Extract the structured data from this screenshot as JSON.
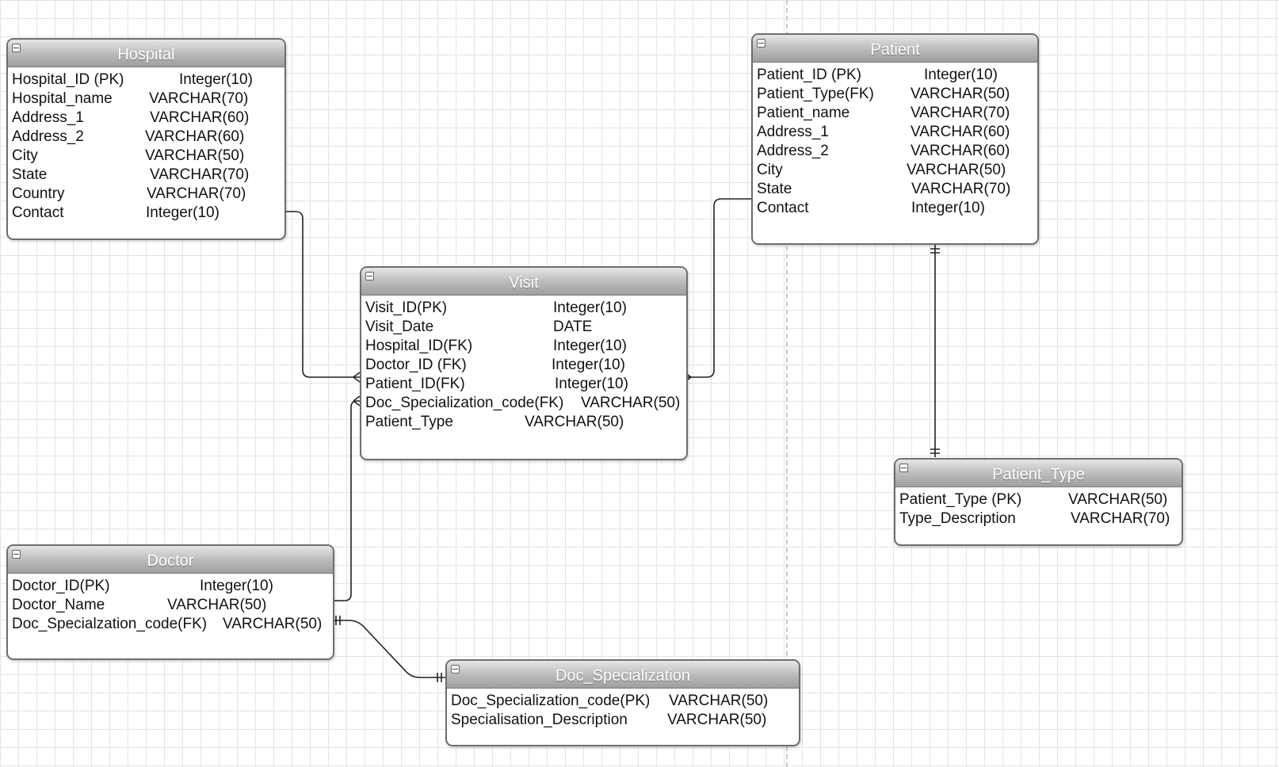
{
  "entities": [
    {
      "id": "hospital",
      "title": "Hospital",
      "fields": [
        {
          "name": "Hospital_ID (PK)",
          "type": "Integer(10)"
        },
        {
          "name": "Hospital_name",
          "type": "VARCHAR(70)"
        },
        {
          "name": "Address_1",
          "type": "VARCHAR(60)"
        },
        {
          "name": "Address_2",
          "type": "VARCHAR(60)"
        },
        {
          "name": "City",
          "type": "VARCHAR(50)"
        },
        {
          "name": "State",
          "type": "VARCHAR(70)"
        },
        {
          "name": "Country",
          "type": "VARCHAR(70)"
        },
        {
          "name": "Contact",
          "type": "Integer(10)"
        }
      ]
    },
    {
      "id": "patient",
      "title": "Patient",
      "fields": [
        {
          "name": "Patient_ID (PK)",
          "type": "Integer(10)"
        },
        {
          "name": "Patient_Type(FK)",
          "type": "VARCHAR(50)"
        },
        {
          "name": "Patient_name",
          "type": "VARCHAR(70)"
        },
        {
          "name": "Address_1",
          "type": "VARCHAR(60)"
        },
        {
          "name": "Address_2",
          "type": "VARCHAR(60)"
        },
        {
          "name": "City",
          "type": "VARCHAR(50)"
        },
        {
          "name": "State",
          "type": "VARCHAR(70)"
        },
        {
          "name": "Contact",
          "type": "Integer(10)"
        }
      ]
    },
    {
      "id": "visit",
      "title": "Visit",
      "fields": [
        {
          "name": "Visit_ID(PK)",
          "type": "Integer(10)"
        },
        {
          "name": "Visit_Date",
          "type": "DATE"
        },
        {
          "name": "Hospital_ID(FK)",
          "type": "Integer(10)"
        },
        {
          "name": "Doctor_ID (FK)",
          "type": "Integer(10)"
        },
        {
          "name": "Patient_ID(FK)",
          "type": "Integer(10)"
        },
        {
          "name": "Doc_Specialization_code(FK)",
          "type": "VARCHAR(50)"
        },
        {
          "name": "Patient_Type",
          "type": "VARCHAR(50)"
        }
      ]
    },
    {
      "id": "patient-type",
      "title": "Patient_Type",
      "fields": [
        {
          "name": "Patient_Type (PK)",
          "type": "VARCHAR(50)"
        },
        {
          "name": "Type_Description",
          "type": "VARCHAR(70)"
        }
      ]
    },
    {
      "id": "doctor",
      "title": "Doctor",
      "fields": [
        {
          "name": "Doctor_ID(PK)",
          "type": "Integer(10)"
        },
        {
          "name": "Doctor_Name",
          "type": "VARCHAR(50)"
        },
        {
          "name": "Doc_Specialzation_code(FK)",
          "type": "VARCHAR(50)"
        }
      ]
    },
    {
      "id": "doc-specialization",
      "title": "Doc_Specialization",
      "fields": [
        {
          "name": "Doc_Specialization_code(PK)",
          "type": "VARCHAR(50)"
        },
        {
          "name": "Specialisation_Description",
          "type": "VARCHAR(50)"
        }
      ]
    }
  ],
  "relationships": [
    {
      "from": "hospital",
      "to": "visit",
      "from_end": "one",
      "to_end": "many"
    },
    {
      "from": "patient",
      "to": "visit",
      "from_end": "one",
      "to_end": "many"
    },
    {
      "from": "doctor",
      "to": "visit",
      "from_end": "one",
      "to_end": "many"
    },
    {
      "from": "patient",
      "to": "patient-type",
      "from_end": "one-and-only-one",
      "to_end": "one-and-only-one"
    },
    {
      "from": "doctor",
      "to": "doc-specialization",
      "from_end": "one-and-only-one",
      "to_end": "one-and-only-one"
    }
  ]
}
